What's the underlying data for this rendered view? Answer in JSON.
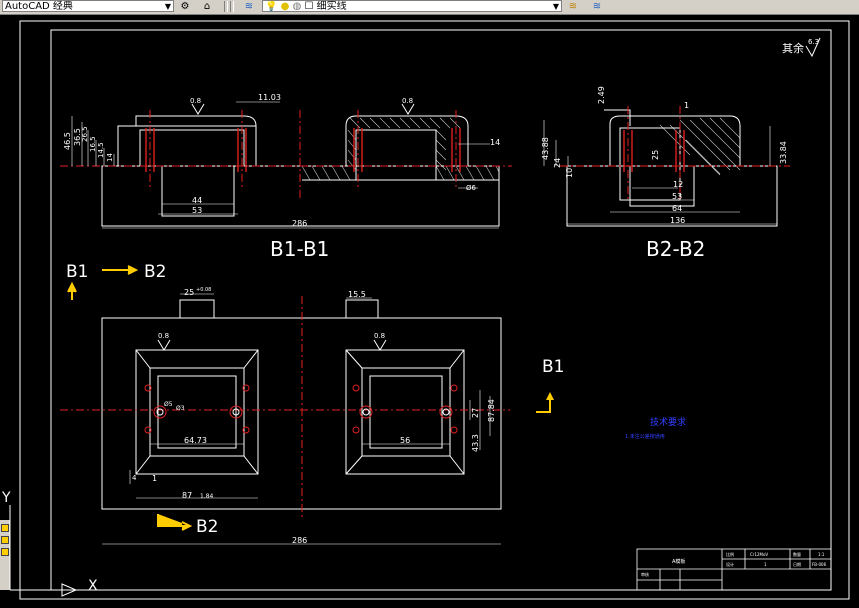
{
  "toolbar": {
    "workspace": "AutoCAD 经典",
    "linetype": "细实线",
    "icons": [
      "workspace-settings-icon",
      "properties-icon",
      "layer-manager-icon",
      "layer-state-icon",
      "bulb-icon",
      "sun-icon",
      "lock-icon",
      "color-square-icon",
      "layer-previous-icon",
      "layer-isolate-icon"
    ]
  },
  "drawing": {
    "roughness_note": "其余",
    "roughness_value": "6.3",
    "section1": {
      "title": "B1-B1",
      "dims": {
        "d1": "46.5",
        "d2": "36.5",
        "d3": "26.5",
        "d4": "16.5",
        "d5": "14.5",
        "d6": "14",
        "d7": "44",
        "d8": "53",
        "d9": "286",
        "d10": "11.03",
        "d11": "14",
        "d12": "Ø6",
        "r1": "0.8",
        "r2": "0.8"
      }
    },
    "section2": {
      "title": "B2-B2",
      "dims": {
        "d1": "2.49",
        "d2": "1",
        "d3": "43.88",
        "d4": "24",
        "d5": "10",
        "d6": "25",
        "d7": "12",
        "d8": "53",
        "d9": "64",
        "d10": "136",
        "d11": "33.84"
      }
    },
    "plan": {
      "labels": {
        "b1_top": "B1",
        "b2_top": "B2",
        "b1_right": "B1",
        "b2_bottom": "B2"
      },
      "dims": {
        "d1": "25",
        "d1_tol": "+0.08",
        "d2": "15.5",
        "d3": "64.73",
        "d4": "56",
        "d5": "87",
        "d6": "286",
        "d7": "27",
        "d8": "43.3",
        "d9": "87.84",
        "d10": "Ø5",
        "d11": "Ø3",
        "d12": "0.8",
        "d13": "0.8",
        "d14": "1",
        "d15": "4",
        "d16": "1.84"
      }
    },
    "tech_req": {
      "title": "技术要求",
      "line1": "1.未注公差按通用"
    },
    "title_block": {
      "name": "A模板",
      "material": "Cr12MoV",
      "scale_label": "比例",
      "scale": "1:1",
      "qty_label": "数量",
      "qty": "1",
      "drawing_no": "FB-006",
      "design": "设计",
      "check": "审核",
      "date": "日期"
    },
    "ucs": {
      "x": "X",
      "y": "Y"
    }
  }
}
